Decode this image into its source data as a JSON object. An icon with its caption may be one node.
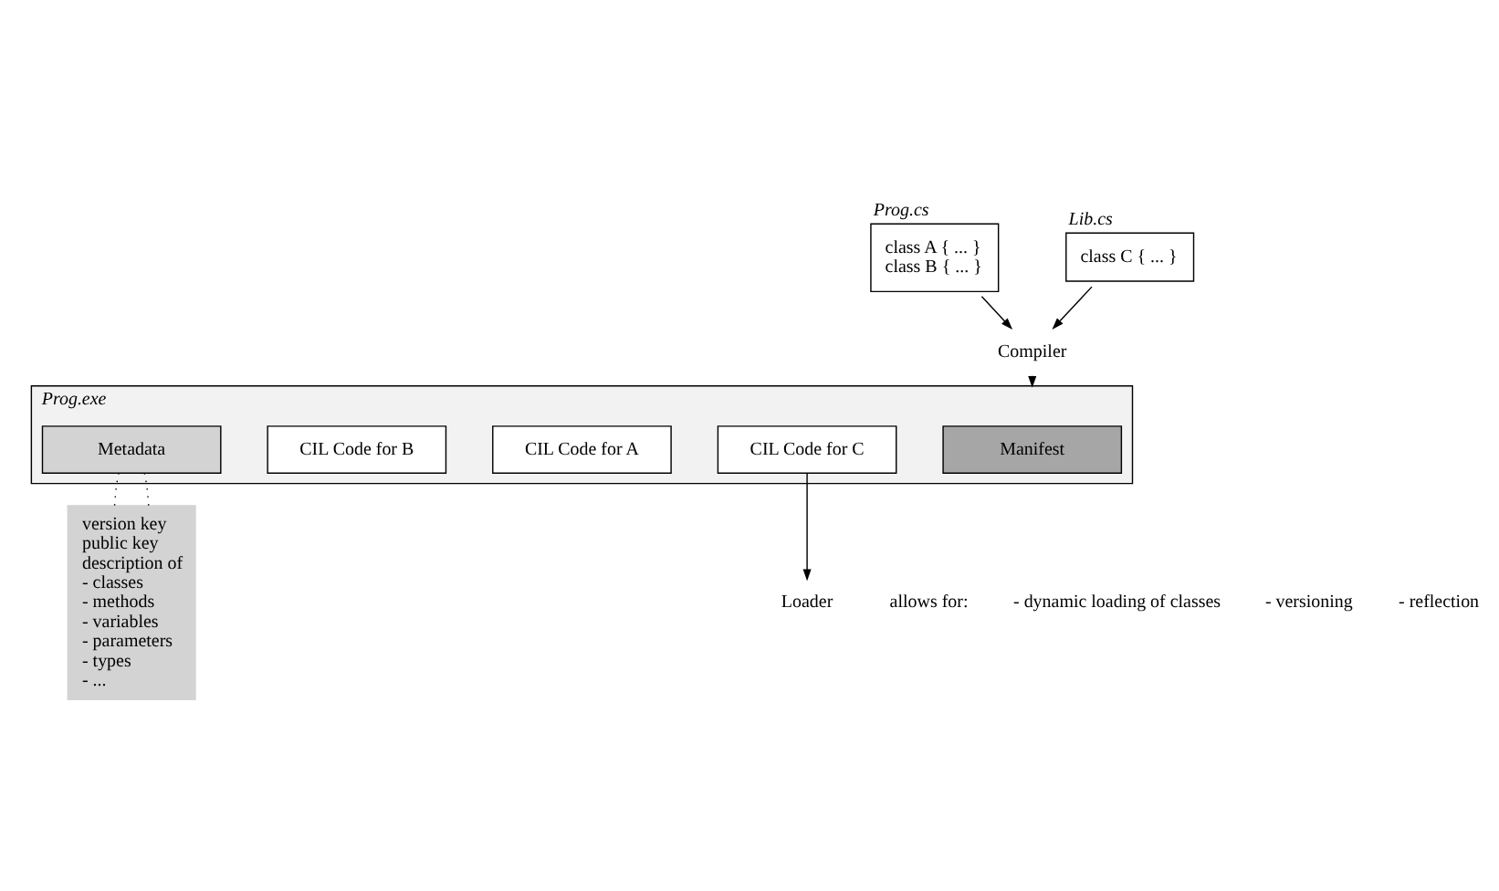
{
  "diagram": {
    "nodes": [
      {
        "text": [
          "Prog.cs",
          "class A { ... }",
          "class B { ... }"
        ]
      },
      {
        "text": [
          "Lib.cs",
          "class C { ... }"
        ]
      },
      {
        "text": [
          "Compiler"
        ]
      },
      {
        "text": [
          "Prog.exe"
        ]
      },
      {
        "text": [
          "Manifest"
        ],
        "in": 3
      },
      {
        "text": [
          "Metadata"
        ],
        "in": 3
      },
      {
        "text": [
          "CIL Code for A"
        ],
        "in": 3
      },
      {
        "text": [
          "CIL Code for B"
        ],
        "in": 3
      },
      {
        "text": [
          "CIL Code for C"
        ],
        "in": 3
      },
      {
        "text": [
          "Loader"
        ]
      },
      {
        "text": [
          "version key",
          "public key",
          "description of",
          "- classes",
          "- methods",
          "- variables",
          "- parameters",
          "- types",
          "- ..."
        ]
      }
    ],
    "edges": [
      {
        "from": 0,
        "to": 2,
        "arrow": "to"
      },
      {
        "from": 1,
        "to": 2,
        "arrow": "to"
      },
      {
        "from": 2,
        "to": 3,
        "arrow": "to"
      },
      {
        "from": 8,
        "to": 9,
        "arrow": "to"
      },
      {
        "from": 5,
        "to": 10,
        "arrow": "none",
        "style": "dashed"
      },
      {
        "from": 5,
        "to": 10,
        "arrow": "none",
        "style": "dashed"
      }
    ],
    "labels": [
      "allows for:",
      "- dynamic loading of classes",
      "- versioning",
      "- reflection"
    ]
  }
}
